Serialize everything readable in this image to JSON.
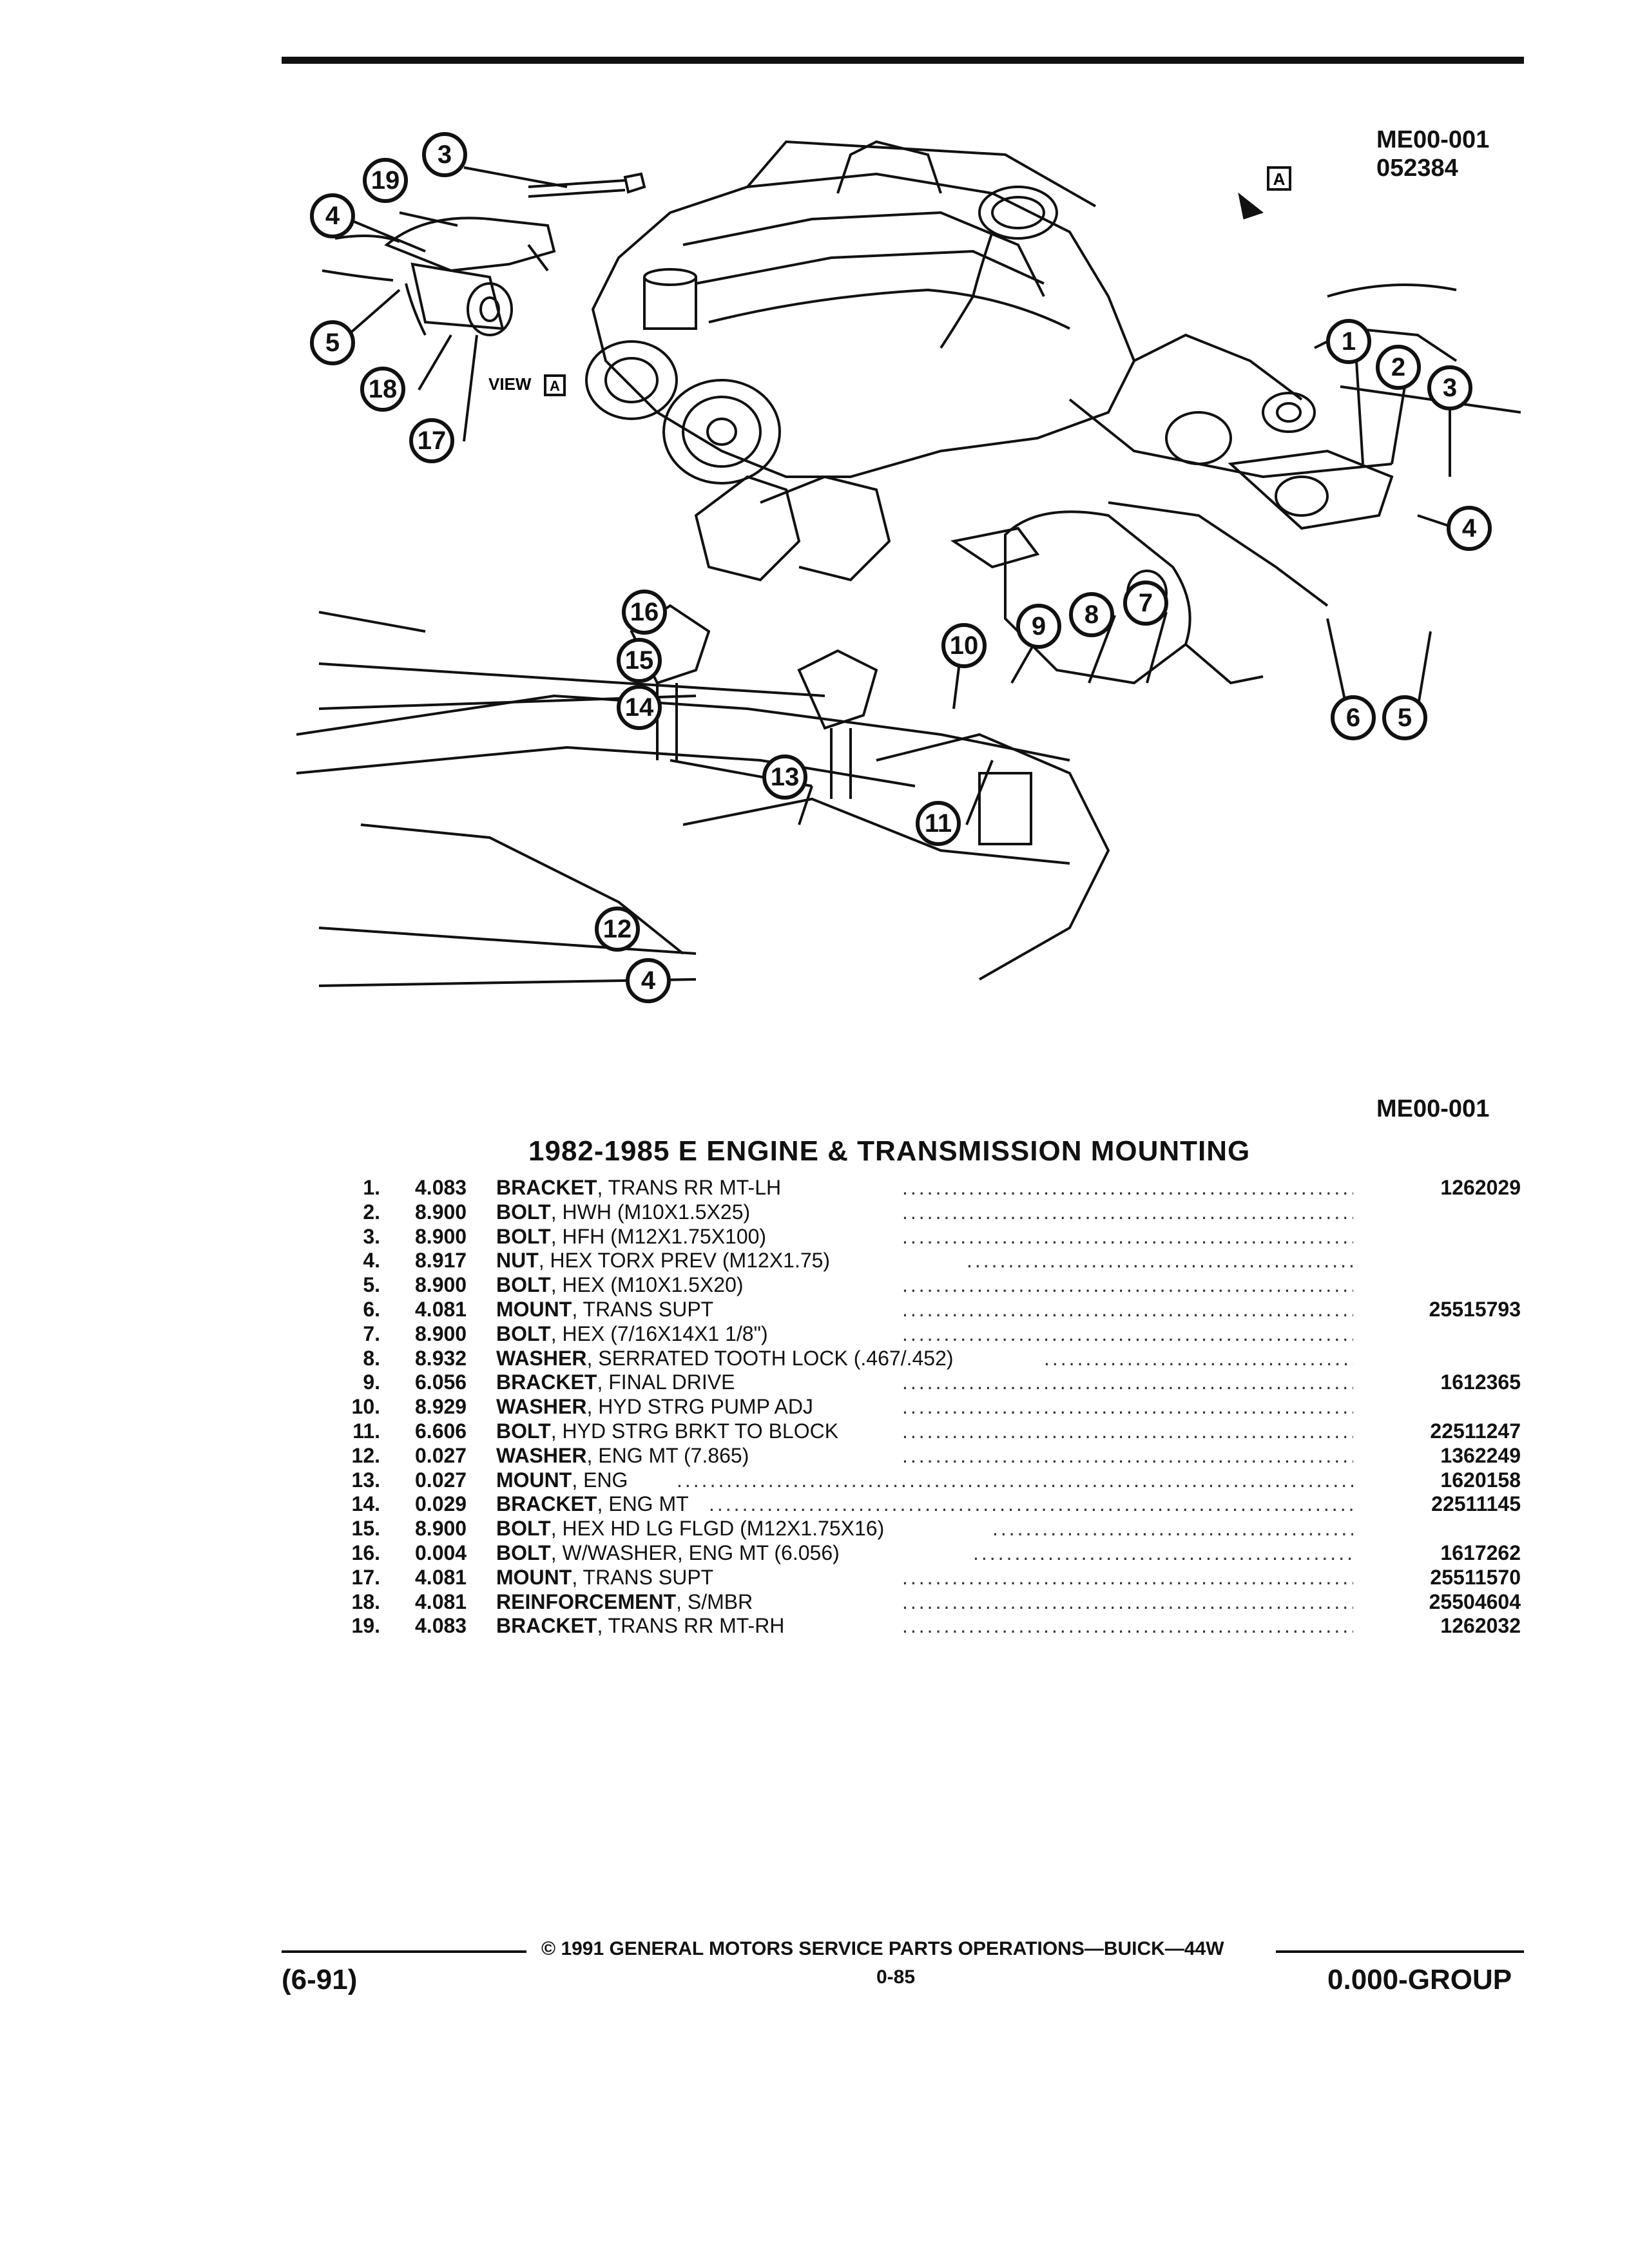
{
  "figure": {
    "id_top": "ME00-001",
    "date_code": "052384",
    "view_marker": "A",
    "view_label": "VIEW",
    "id_bottom": "ME00-001",
    "callouts": [
      "1",
      "2",
      "3",
      "4",
      "5",
      "6",
      "7",
      "8",
      "9",
      "10",
      "11",
      "12",
      "13",
      "14",
      "15",
      "16",
      "17",
      "18",
      "19"
    ]
  },
  "title": "1982-1985 E ENGINE & TRANSMISSION MOUNTING",
  "parts": [
    {
      "num": "1.",
      "code": "4.083",
      "name": "BRACKET",
      "detail": ", TRANS RR MT-LH",
      "part_no": "1262029"
    },
    {
      "num": "2.",
      "code": "8.900",
      "name": "BOLT",
      "detail": ", HWH (M10X1.5X25)",
      "part_no": ""
    },
    {
      "num": "3.",
      "code": "8.900",
      "name": "BOLT",
      "detail": ", HFH (M12X1.75X100)",
      "part_no": ""
    },
    {
      "num": "4.",
      "code": "8.917",
      "name": "NUT",
      "detail": ", HEX TORX PREV (M12X1.75)",
      "part_no": ""
    },
    {
      "num": "5.",
      "code": "8.900",
      "name": "BOLT",
      "detail": ", HEX (M10X1.5X20)",
      "part_no": ""
    },
    {
      "num": "6.",
      "code": "4.081",
      "name": "MOUNT",
      "detail": ", TRANS SUPT",
      "part_no": "25515793"
    },
    {
      "num": "7.",
      "code": "8.900",
      "name": "BOLT",
      "detail": ", HEX (7/16X14X1 1/8\")",
      "part_no": ""
    },
    {
      "num": "8.",
      "code": "8.932",
      "name": "WASHER",
      "detail": ", SERRATED TOOTH LOCK (.467/.452)",
      "part_no": ""
    },
    {
      "num": "9.",
      "code": "6.056",
      "name": "BRACKET",
      "detail": ", FINAL DRIVE",
      "part_no": "1612365"
    },
    {
      "num": "10.",
      "code": "8.929",
      "name": "WASHER",
      "detail": ", HYD STRG PUMP ADJ",
      "part_no": ""
    },
    {
      "num": "11.",
      "code": "6.606",
      "name": "BOLT",
      "detail": ", HYD STRG BRKT TO BLOCK",
      "part_no": "22511247"
    },
    {
      "num": "12.",
      "code": "0.027",
      "name": "WASHER",
      "detail": ", ENG MT (7.865)",
      "part_no": "1362249"
    },
    {
      "num": "13.",
      "code": "0.027",
      "name": "MOUNT",
      "detail": ", ENG",
      "part_no": "1620158"
    },
    {
      "num": "14.",
      "code": "0.029",
      "name": "BRACKET",
      "detail": ", ENG MT",
      "part_no": "22511145"
    },
    {
      "num": "15.",
      "code": "8.900",
      "name": "BOLT",
      "detail": ", HEX HD LG FLGD (M12X1.75X16)",
      "part_no": ""
    },
    {
      "num": "16.",
      "code": "0.004",
      "name": "BOLT",
      "detail": ", W/WASHER, ENG MT (6.056)",
      "part_no": "1617262"
    },
    {
      "num": "17.",
      "code": "4.081",
      "name": "MOUNT",
      "detail": ", TRANS SUPT",
      "part_no": "25511570"
    },
    {
      "num": "18.",
      "code": "4.081",
      "name": "REINFORCEMENT",
      "detail": ", S/MBR",
      "part_no": "25504604"
    },
    {
      "num": "19.",
      "code": "4.083",
      "name": "BRACKET",
      "detail": ", TRANS RR MT-RH",
      "part_no": "1262032"
    }
  ],
  "footer": {
    "copyright": "© 1991 GENERAL MOTORS SERVICE PARTS OPERATIONS—BUICK—44W",
    "page": "0-85",
    "date": "(6-91)",
    "group": "0.000-GROUP"
  }
}
